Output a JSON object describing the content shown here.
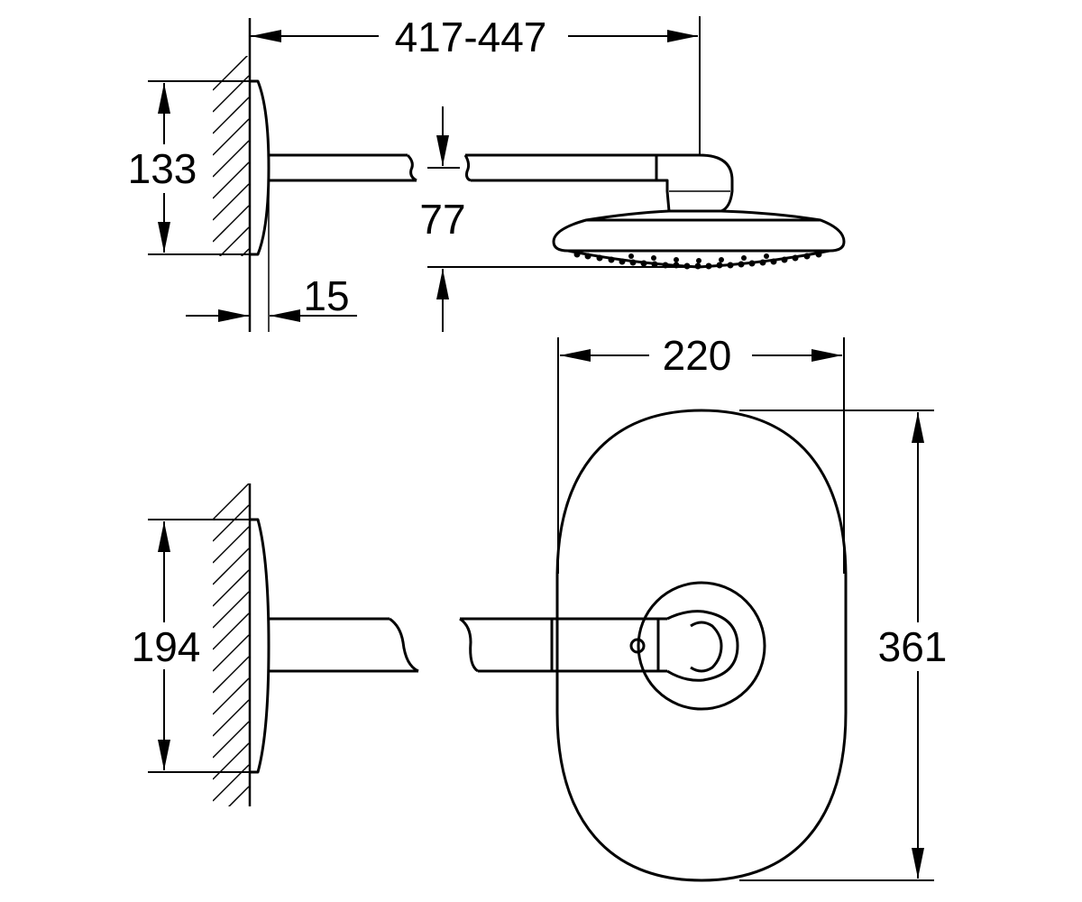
{
  "dimensions": {
    "arm_length": "417-447",
    "plate_height_side": "133",
    "head_drop": "77",
    "plate_thickness": "15",
    "head_width": "220",
    "plate_height_front": "194",
    "head_length": "361"
  },
  "colors": {
    "line": "#000000",
    "background": "#ffffff"
  }
}
